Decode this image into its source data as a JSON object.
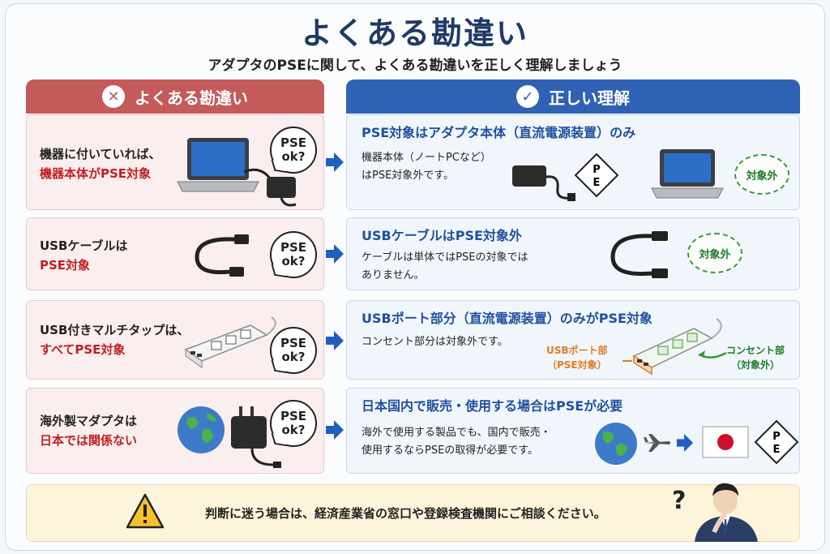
{
  "title": "よくある勘違い",
  "subtitle": "アダプタのPSEに関して、よくある勘違いを正しく理解しましょう",
  "columns": {
    "wrong": {
      "label": "よくある勘違い",
      "icon": "x-circle-icon",
      "color": "#c45a5a"
    },
    "right": {
      "label": "正しい理解",
      "icon": "check-circle-icon",
      "color": "#2f62b5"
    }
  },
  "bubble": {
    "line1": "PSE",
    "line2": "ok?"
  },
  "rows": [
    {
      "wrong": {
        "line1": "機器に付いていれば、",
        "line2": "機器本体がPSE対象"
      },
      "right": {
        "title": "PSE対象はアダプタ本体（直流電源装置）のみ",
        "body1": "機器本体（ノートPCなど）",
        "body2": "はPSE対象外です。",
        "tag": "対象外",
        "mark": "PE"
      }
    },
    {
      "wrong": {
        "line1": "USBケーブルは",
        "line2": "PSE対象"
      },
      "right": {
        "title": "USBケーブルはPSE対象外",
        "body1": "ケーブルは単体ではPSEの対象では",
        "body2": "ありません。",
        "tag": "対象外"
      }
    },
    {
      "wrong": {
        "line1": "USB付きマルチタップは、",
        "line2": "すべてPSE対象"
      },
      "right": {
        "title": "USBポート部分（直流電源装置）のみがPSE対象",
        "body1": "コンセント部分は対象外です。",
        "usb_label1": "USBポート部",
        "usb_label2": "（PSE対象）",
        "outlet_label1": "コンセント部",
        "outlet_label2": "（対象外）"
      }
    },
    {
      "wrong": {
        "line1": "海外製マダプタは",
        "line2": "日本では関係ない"
      },
      "right": {
        "title": "日本国内で販売・使用する場合はPSEが必要",
        "body1": "海外で使用する製品でも、国内で販売・",
        "body2": "使用するならPSEの取得が必要です。",
        "mark": "PE"
      }
    }
  ],
  "footer": {
    "text": "判断に迷う場合は、経済産業省の窓口や登録検査機関にご相談ください。",
    "warning_icon": "warning-icon",
    "question": "?"
  },
  "colors": {
    "title": "#1f3a66",
    "red_emphasis": "#c01f1f",
    "blue_title": "#1f4f9e",
    "green": "#1e7a2a",
    "orange": "#e57b1f"
  }
}
